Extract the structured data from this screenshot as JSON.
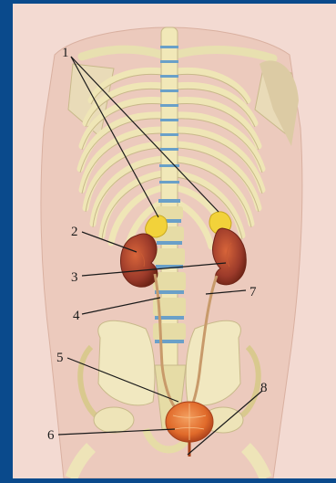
{
  "figure": {
    "colors": {
      "background_border": "#0a4a8c",
      "body": "#f3dad2",
      "bone": "#f4f0c8",
      "bone_shadow": "#c8b98a",
      "cartilage": "#6aa0c8",
      "kidney": "#9b3a2a",
      "kidney_light": "#d8653a",
      "adrenal": "#f2d23a",
      "bladder": "#e06a2a",
      "ureter": "#c89a6a"
    },
    "labels": [
      {
        "id": "1",
        "text": "1"
      },
      {
        "id": "2",
        "text": "2"
      },
      {
        "id": "3",
        "text": "3"
      },
      {
        "id": "4",
        "text": "4"
      },
      {
        "id": "5",
        "text": "5"
      },
      {
        "id": "6",
        "text": "6"
      },
      {
        "id": "7",
        "text": "7"
      },
      {
        "id": "8",
        "text": "8"
      }
    ]
  }
}
